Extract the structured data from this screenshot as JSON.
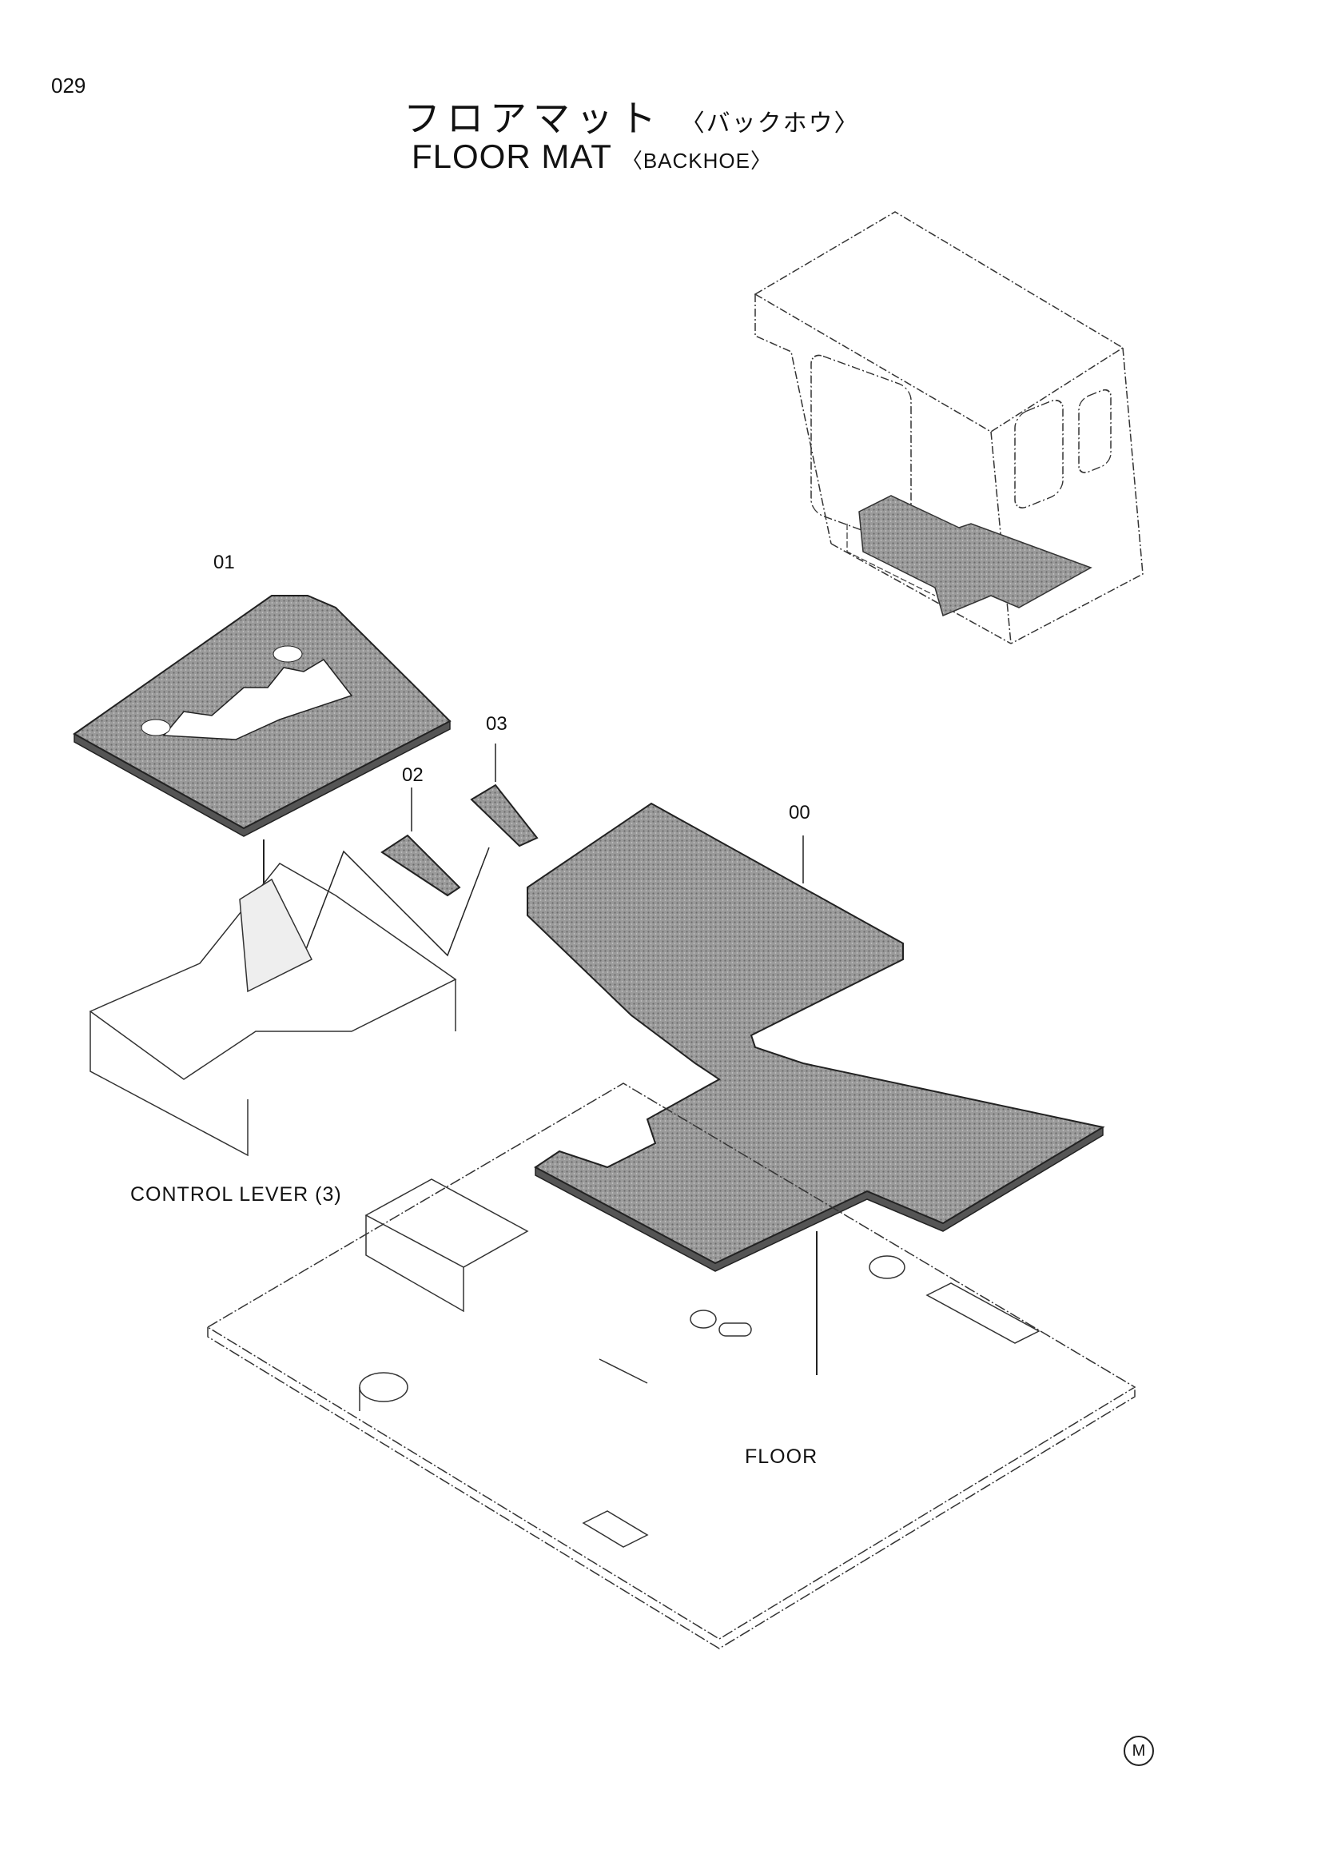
{
  "page": {
    "number": "029"
  },
  "title": {
    "jp": "フロアマット",
    "jp_sub": "〈バックホウ〉",
    "en": "FLOOR MAT",
    "en_sub": "〈BACKHOE〉"
  },
  "callouts": {
    "part_00": "00",
    "part_01": "01",
    "part_02": "02",
    "part_03": "03"
  },
  "labels": {
    "control_lever": "CONTROL LEVER (3)",
    "floor": "FLOOR"
  },
  "footer": {
    "mark": "M"
  }
}
